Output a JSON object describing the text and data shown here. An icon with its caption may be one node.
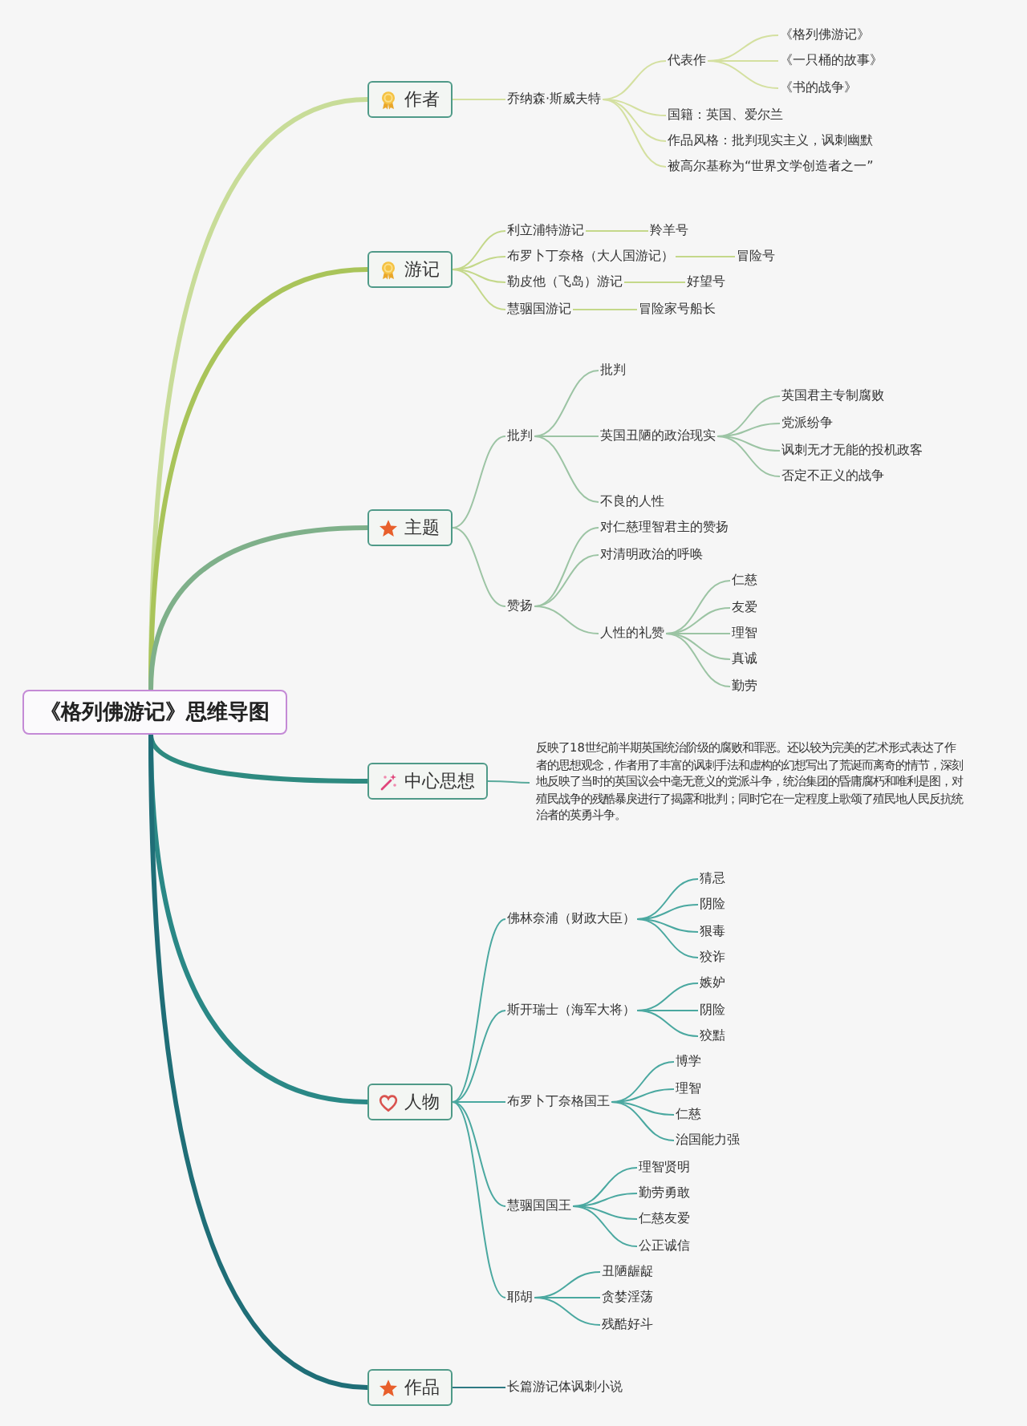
{
  "diagram": {
    "nodes": [
      {
        "text": [
          "《格列佛游记》思维导图"
        ]
      },
      {
        "text": [
          "作者"
        ]
      },
      {
        "text": [
          "乔纳森·斯威夫特"
        ]
      },
      {
        "text": [
          "代表作"
        ]
      },
      {
        "text": [
          "《格列佛游记》"
        ]
      },
      {
        "text": [
          "《一只桶的故事》"
        ]
      },
      {
        "text": [
          "《书的战争》"
        ]
      },
      {
        "text": [
          "国籍：英国、爱尔兰"
        ]
      },
      {
        "text": [
          "作品风格：批判现实主义，讽刺幽默"
        ]
      },
      {
        "text": [
          "被高尔基称为“世界文学创造者之一”"
        ]
      },
      {
        "text": [
          "游记"
        ]
      },
      {
        "text": [
          "利立浦特游记"
        ]
      },
      {
        "text": [
          "羚羊号"
        ]
      },
      {
        "text": [
          "布罗卜丁奈格（大人国游记）"
        ]
      },
      {
        "text": [
          "冒险号"
        ]
      },
      {
        "text": [
          "勒皮他（飞岛）游记"
        ]
      },
      {
        "text": [
          "好望号"
        ]
      },
      {
        "text": [
          "慧骃国游记"
        ]
      },
      {
        "text": [
          "冒险家号船长"
        ]
      },
      {
        "text": [
          "主题"
        ]
      },
      {
        "text": [
          "批判"
        ]
      },
      {
        "text": [
          "批判"
        ]
      },
      {
        "text": [
          "英国丑陋的政治现实"
        ]
      },
      {
        "text": [
          "英国君主专制腐败"
        ]
      },
      {
        "text": [
          "党派纷争"
        ]
      },
      {
        "text": [
          "讽刺无才无能的投机政客"
        ]
      },
      {
        "text": [
          "否定不正义的战争"
        ]
      },
      {
        "text": [
          "不良的人性"
        ]
      },
      {
        "text": [
          "赞扬"
        ]
      },
      {
        "text": [
          "对仁慈理智君主的赞扬"
        ]
      },
      {
        "text": [
          "对清明政治的呼唤"
        ]
      },
      {
        "text": [
          "人性的礼赞"
        ]
      },
      {
        "text": [
          "仁慈"
        ]
      },
      {
        "text": [
          "友爱"
        ]
      },
      {
        "text": [
          "理智"
        ]
      },
      {
        "text": [
          "真诚"
        ]
      },
      {
        "text": [
          "勤劳"
        ]
      },
      {
        "text": [
          "中心思想"
        ]
      },
      {
        "text": [
          "反映了18世纪前半期英国统治阶级的腐败和罪恶。还以较为完美的艺术形式表达了作者的思想观念，作者用了丰富的讽刺手法和虚构的幻想写出了荒诞而离奇的情节，深刻地反映了当时的英国议会中毫无意义的党派斗争，统治集团的昏庸腐朽和唯利是图，对殖民战争的残酷暴戾进行了揭露和批判；同时它在一定程度上歌颂了殖民地人民反抗统治者的英勇斗争。"
        ]
      },
      {
        "text": [
          "人物"
        ]
      },
      {
        "text": [
          "佛林奈浦（财政大臣）"
        ]
      },
      {
        "text": [
          "猜忌"
        ]
      },
      {
        "text": [
          "阴险"
        ]
      },
      {
        "text": [
          "狠毒"
        ]
      },
      {
        "text": [
          "狡诈"
        ]
      },
      {
        "text": [
          "斯开瑞士（海军大将）"
        ]
      },
      {
        "text": [
          "嫉妒"
        ]
      },
      {
        "text": [
          "阴险"
        ]
      },
      {
        "text": [
          "狡黠"
        ]
      },
      {
        "text": [
          "布罗卜丁奈格国王"
        ]
      },
      {
        "text": [
          "博学"
        ]
      },
      {
        "text": [
          "理智"
        ]
      },
      {
        "text": [
          "仁慈"
        ]
      },
      {
        "text": [
          "治国能力强"
        ]
      },
      {
        "text": [
          "慧骃国国王"
        ]
      },
      {
        "text": [
          "理智贤明"
        ]
      },
      {
        "text": [
          "勤劳勇敢"
        ]
      },
      {
        "text": [
          "仁慈友爱"
        ]
      },
      {
        "text": [
          "公正诚信"
        ]
      },
      {
        "text": [
          "耶胡"
        ]
      },
      {
        "text": [
          "丑陋龌龊"
        ]
      },
      {
        "text": [
          "贪婪淫荡"
        ]
      },
      {
        "text": [
          "残酷好斗"
        ]
      },
      {
        "text": [
          "作品"
        ]
      },
      {
        "text": [
          "长篇游记体讽刺小说"
        ]
      }
    ],
    "edges": [
      {
        "from": 0,
        "to": 1,
        "arrow": "none",
        "style": "thick",
        "color": "#c8dc98"
      },
      {
        "from": 0,
        "to": 10,
        "arrow": "none",
        "style": "thick",
        "color": "#a9c45a"
      },
      {
        "from": 0,
        "to": 19,
        "arrow": "none",
        "style": "thick",
        "color": "#7fb08a"
      },
      {
        "from": 0,
        "to": 37,
        "arrow": "none",
        "style": "thick",
        "color": "#2e8a80"
      },
      {
        "from": 0,
        "to": 39,
        "arrow": "none",
        "style": "thick",
        "color": "#2a8886"
      },
      {
        "from": 0,
        "to": 63,
        "arrow": "none",
        "style": "thick",
        "color": "#1f6e77"
      },
      {
        "from": 1,
        "to": 2,
        "arrow": "none",
        "color": "#d4e0a0"
      },
      {
        "from": 2,
        "to": 3,
        "arrow": "none",
        "color": "#d4e0a0"
      },
      {
        "from": 3,
        "to": 4,
        "arrow": "none",
        "color": "#d4e0a0"
      },
      {
        "from": 3,
        "to": 5,
        "arrow": "none",
        "color": "#d4e0a0"
      },
      {
        "from": 3,
        "to": 6,
        "arrow": "none",
        "color": "#d4e0a0"
      },
      {
        "from": 2,
        "to": 7,
        "arrow": "none",
        "color": "#d4e0a0"
      },
      {
        "from": 2,
        "to": 8,
        "arrow": "none",
        "color": "#d4e0a0"
      },
      {
        "from": 2,
        "to": 9,
        "arrow": "none",
        "color": "#d4e0a0"
      },
      {
        "from": 10,
        "to": 11,
        "arrow": "none",
        "color": "#c4d88a"
      },
      {
        "from": 11,
        "to": 12,
        "arrow": "none",
        "color": "#c4d88a"
      },
      {
        "from": 10,
        "to": 13,
        "arrow": "none",
        "color": "#c4d88a"
      },
      {
        "from": 13,
        "to": 14,
        "arrow": "none",
        "color": "#c4d88a"
      },
      {
        "from": 10,
        "to": 15,
        "arrow": "none",
        "color": "#c4d88a"
      },
      {
        "from": 15,
        "to": 16,
        "arrow": "none",
        "color": "#c4d88a"
      },
      {
        "from": 10,
        "to": 17,
        "arrow": "none",
        "color": "#c4d88a"
      },
      {
        "from": 17,
        "to": 18,
        "arrow": "none",
        "color": "#c4d88a"
      },
      {
        "from": 19,
        "to": 20,
        "arrow": "none",
        "color": "#9cc4a4"
      },
      {
        "from": 20,
        "to": 21,
        "arrow": "none",
        "color": "#9cc4a4"
      },
      {
        "from": 20,
        "to": 22,
        "arrow": "none",
        "color": "#9cc4a4"
      },
      {
        "from": 22,
        "to": 23,
        "arrow": "none",
        "color": "#9cc4a4"
      },
      {
        "from": 22,
        "to": 24,
        "arrow": "none",
        "color": "#9cc4a4"
      },
      {
        "from": 22,
        "to": 25,
        "arrow": "none",
        "color": "#9cc4a4"
      },
      {
        "from": 22,
        "to": 26,
        "arrow": "none",
        "color": "#9cc4a4"
      },
      {
        "from": 20,
        "to": 27,
        "arrow": "none",
        "color": "#9cc4a4"
      },
      {
        "from": 19,
        "to": 28,
        "arrow": "none",
        "color": "#9cc4a4"
      },
      {
        "from": 28,
        "to": 29,
        "arrow": "none",
        "color": "#9cc4a4"
      },
      {
        "from": 28,
        "to": 30,
        "arrow": "none",
        "color": "#9cc4a4"
      },
      {
        "from": 28,
        "to": 31,
        "arrow": "none",
        "color": "#9cc4a4"
      },
      {
        "from": 31,
        "to": 32,
        "arrow": "none",
        "color": "#9cc4a4"
      },
      {
        "from": 31,
        "to": 33,
        "arrow": "none",
        "color": "#9cc4a4"
      },
      {
        "from": 31,
        "to": 34,
        "arrow": "none",
        "color": "#9cc4a4"
      },
      {
        "from": 31,
        "to": 35,
        "arrow": "none",
        "color": "#9cc4a4"
      },
      {
        "from": 31,
        "to": 36,
        "arrow": "none",
        "color": "#9cc4a4"
      },
      {
        "from": 37,
        "to": 38,
        "arrow": "none",
        "color": "#5aaa9c"
      },
      {
        "from": 39,
        "to": 40,
        "arrow": "none",
        "color": "#4aa8a0"
      },
      {
        "from": 40,
        "to": 41,
        "arrow": "none",
        "color": "#4aa8a0"
      },
      {
        "from": 40,
        "to": 42,
        "arrow": "none",
        "color": "#4aa8a0"
      },
      {
        "from": 40,
        "to": 43,
        "arrow": "none",
        "color": "#4aa8a0"
      },
      {
        "from": 40,
        "to": 44,
        "arrow": "none",
        "color": "#4aa8a0"
      },
      {
        "from": 39,
        "to": 45,
        "arrow": "none",
        "color": "#4aa8a0"
      },
      {
        "from": 45,
        "to": 46,
        "arrow": "none",
        "color": "#4aa8a0"
      },
      {
        "from": 45,
        "to": 47,
        "arrow": "none",
        "color": "#4aa8a0"
      },
      {
        "from": 45,
        "to": 48,
        "arrow": "none",
        "color": "#4aa8a0"
      },
      {
        "from": 39,
        "to": 49,
        "arrow": "none",
        "color": "#4aa8a0"
      },
      {
        "from": 49,
        "to": 50,
        "arrow": "none",
        "color": "#4aa8a0"
      },
      {
        "from": 49,
        "to": 51,
        "arrow": "none",
        "color": "#4aa8a0"
      },
      {
        "from": 49,
        "to": 52,
        "arrow": "none",
        "color": "#4aa8a0"
      },
      {
        "from": 49,
        "to": 53,
        "arrow": "none",
        "color": "#4aa8a0"
      },
      {
        "from": 39,
        "to": 54,
        "arrow": "none",
        "color": "#4aa8a0"
      },
      {
        "from": 54,
        "to": 55,
        "arrow": "none",
        "color": "#4aa8a0"
      },
      {
        "from": 54,
        "to": 56,
        "arrow": "none",
        "color": "#4aa8a0"
      },
      {
        "from": 54,
        "to": 57,
        "arrow": "none",
        "color": "#4aa8a0"
      },
      {
        "from": 54,
        "to": 58,
        "arrow": "none",
        "color": "#4aa8a0"
      },
      {
        "from": 39,
        "to": 59,
        "arrow": "none",
        "color": "#4aa8a0"
      },
      {
        "from": 59,
        "to": 60,
        "arrow": "none",
        "color": "#4aa8a0"
      },
      {
        "from": 59,
        "to": 61,
        "arrow": "none",
        "color": "#4aa8a0"
      },
      {
        "from": 59,
        "to": 62,
        "arrow": "none",
        "color": "#4aa8a0"
      },
      {
        "from": 63,
        "to": 64,
        "arrow": "none",
        "color": "#2e7a84"
      }
    ]
  }
}
